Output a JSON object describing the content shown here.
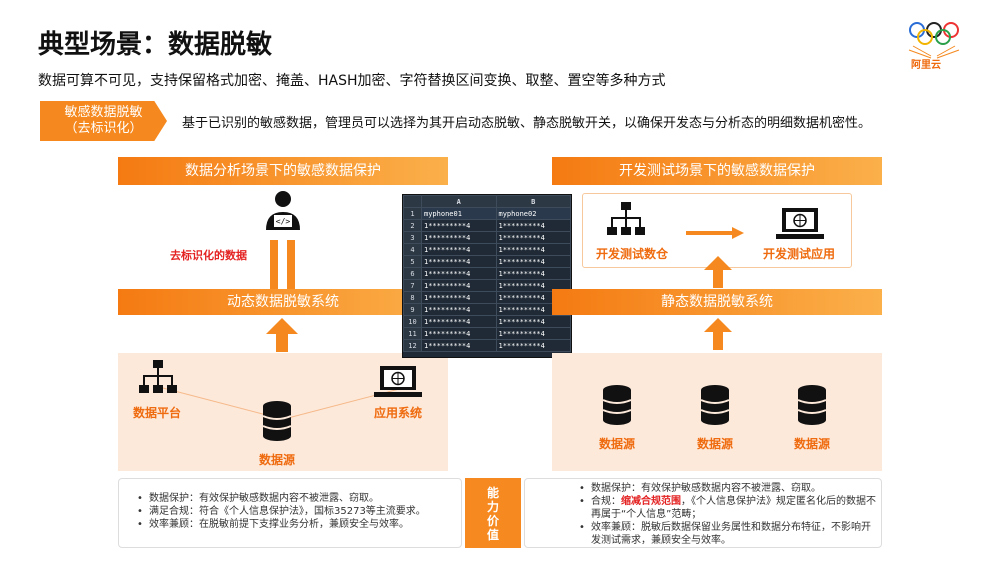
{
  "header": {
    "title": "典型场景：数据脱敏",
    "subtitle": "数据可算不可见，支持保留格式加密、掩盖、HASH加密、字符替换区间变换、取整、置空等多种方式",
    "tag_line1": "敏感数据脱敏",
    "tag_line2": "（去标识化）",
    "tag_desc": "基于已识别的敏感数据，管理员可以选择为其开启动态脱敏、静态脱敏开关，以确保开发态与分析态的明细数据机密性。",
    "logo_text": "阿里云"
  },
  "left": {
    "header": "数据分析场景下的敏感数据保护",
    "deid_label": "去标识化的数据",
    "system_bar": "动态数据脱敏系统",
    "platform_label": "数据平台",
    "app_label": "应用系统",
    "source_label": "数据源"
  },
  "right": {
    "header": "开发测试场景下的敏感数据保护",
    "warehouse_label": "开发测试数仓",
    "app_label": "开发测试应用",
    "system_bar": "静态数据脱敏系统",
    "sources": [
      "数据源",
      "数据源",
      "数据源"
    ]
  },
  "sheet": {
    "columns": [
      "A",
      "B"
    ],
    "rows": [
      {
        "n": "1",
        "a": "myphone01",
        "b": "myphone02"
      },
      {
        "n": "2",
        "a": "1*********4",
        "b": "1*********4"
      },
      {
        "n": "3",
        "a": "1*********4",
        "b": "1*********4"
      },
      {
        "n": "4",
        "a": "1*********4",
        "b": "1*********4"
      },
      {
        "n": "5",
        "a": "1*********4",
        "b": "1*********4"
      },
      {
        "n": "6",
        "a": "1*********4",
        "b": "1*********4"
      },
      {
        "n": "7",
        "a": "1*********4",
        "b": "1*********4"
      },
      {
        "n": "8",
        "a": "1*********4",
        "b": "1*********4"
      },
      {
        "n": "9",
        "a": "1*********4",
        "b": "1*********4"
      },
      {
        "n": "10",
        "a": "1*********4",
        "b": "1*********4"
      },
      {
        "n": "11",
        "a": "1*********4",
        "b": "1*********4"
      },
      {
        "n": "12",
        "a": "1*********4",
        "b": "1*********4"
      }
    ]
  },
  "value": {
    "center_label": "能力价值",
    "left_items": [
      "数据保护：有效保护敏感数据内容不被泄露、窃取。",
      "满足合规：符合《个人信息保护法》，国标35273等主流要求。",
      "效率兼顾：在脱敏前提下支撑业务分析，兼顾安全与效率。"
    ],
    "right_item1": "数据保护：有效保护敏感数据内容不被泄露、窃取。",
    "right_item2_prefix": "合规：",
    "right_item2_highlight": "缩减合规范围",
    "right_item2_rest": "，《个人信息保护法》规定匿名化后的数据不再属于“个人信息”范畴；",
    "right_item3": "效率兼顾：脱敏后数据保留业务属性和数据分布特征，不影响开发测试需求，兼顾安全与效率。"
  },
  "colors": {
    "accent": "#f5891f",
    "panel": "#fde9da",
    "highlight": "#e42222"
  }
}
